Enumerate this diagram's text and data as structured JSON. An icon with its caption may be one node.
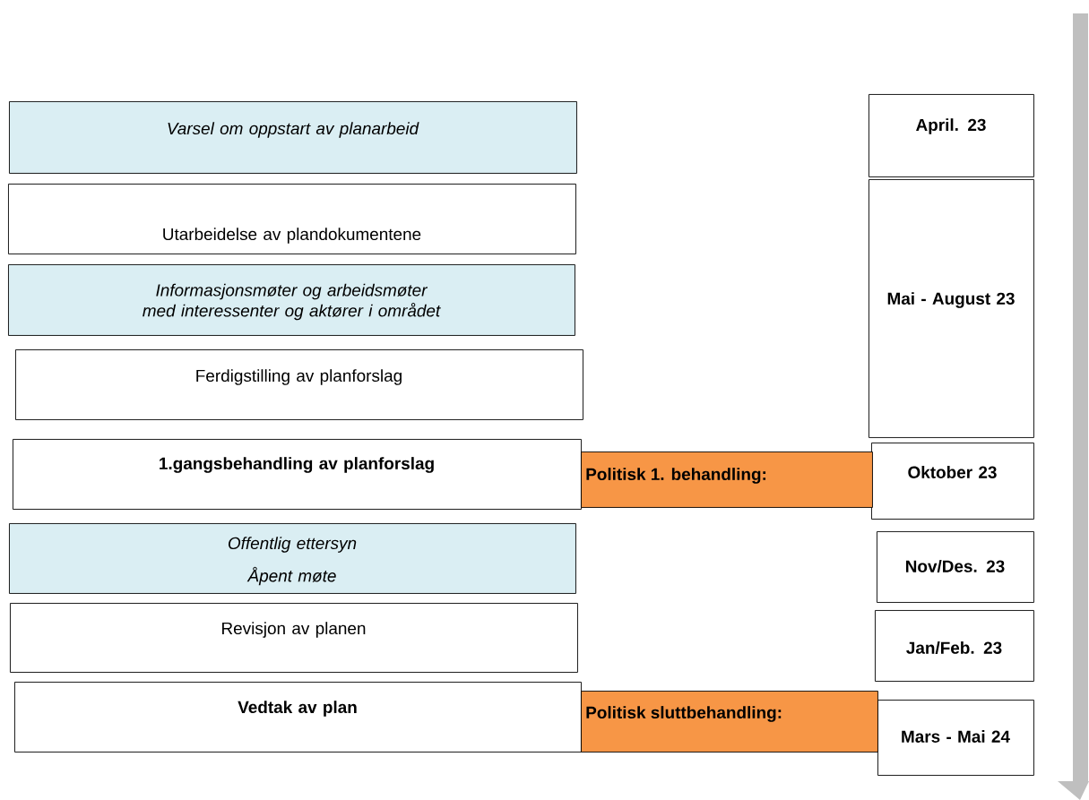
{
  "diagram": {
    "nodes": [
      {
        "text": [
          "Varsel om oppstart av planarbeid"
        ]
      },
      {
        "text": [
          "Utarbeidelse av plandokumentene"
        ]
      },
      {
        "text": [
          "Informasjonsmøter og arbeidsmøter med interessenter og aktører i området"
        ]
      },
      {
        "text": [
          "Ferdigstilling av planforslag"
        ]
      },
      {
        "text": [
          "1.gangsbehandling av planforslag"
        ]
      },
      {
        "text": [
          "Politisk 1. behandling:"
        ]
      },
      {
        "text": [
          "Offentlig ettersyn",
          "Åpent møte"
        ]
      },
      {
        "text": [
          "Revisjon av planen"
        ]
      },
      {
        "text": [
          "Vedtak av plan"
        ]
      },
      {
        "text": [
          "Politisk sluttbehandling:"
        ]
      },
      {
        "text": [
          "April. 23"
        ]
      },
      {
        "text": [
          "Mai - August 23"
        ]
      },
      {
        "text": [
          "Oktober 23"
        ]
      },
      {
        "text": [
          "Nov/Des. 23"
        ]
      },
      {
        "text": [
          "Jan/Feb. 23"
        ]
      },
      {
        "text": [
          "Mars - Mai 24"
        ]
      }
    ]
  }
}
